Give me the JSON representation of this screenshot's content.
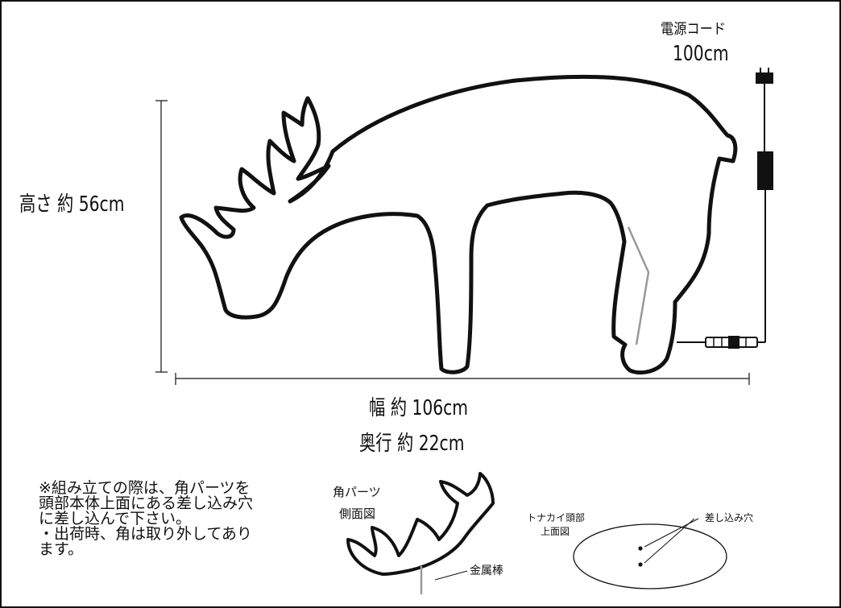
{
  "labels": {
    "power_cord_title": "電源コード",
    "power_cord_length": "100cm",
    "height": "高さ 約 56cm",
    "width": "幅 約 106cm",
    "depth": "奥行 約 22cm",
    "antler_side_view": [
      "角パーツ",
      "側面図"
    ],
    "metal_rod": "金属棒",
    "head_top_view": [
      "トナカイ頭部",
      "上面図"
    ],
    "insertion_hole": "差し込み穴"
  },
  "notes": [
    "※組み立ての際は、角パーツを",
    "頭部本体上面にある差し込み穴",
    "に差し込んで下さい。",
    "・出荷時、角は取り外してあり",
    "ます。"
  ]
}
